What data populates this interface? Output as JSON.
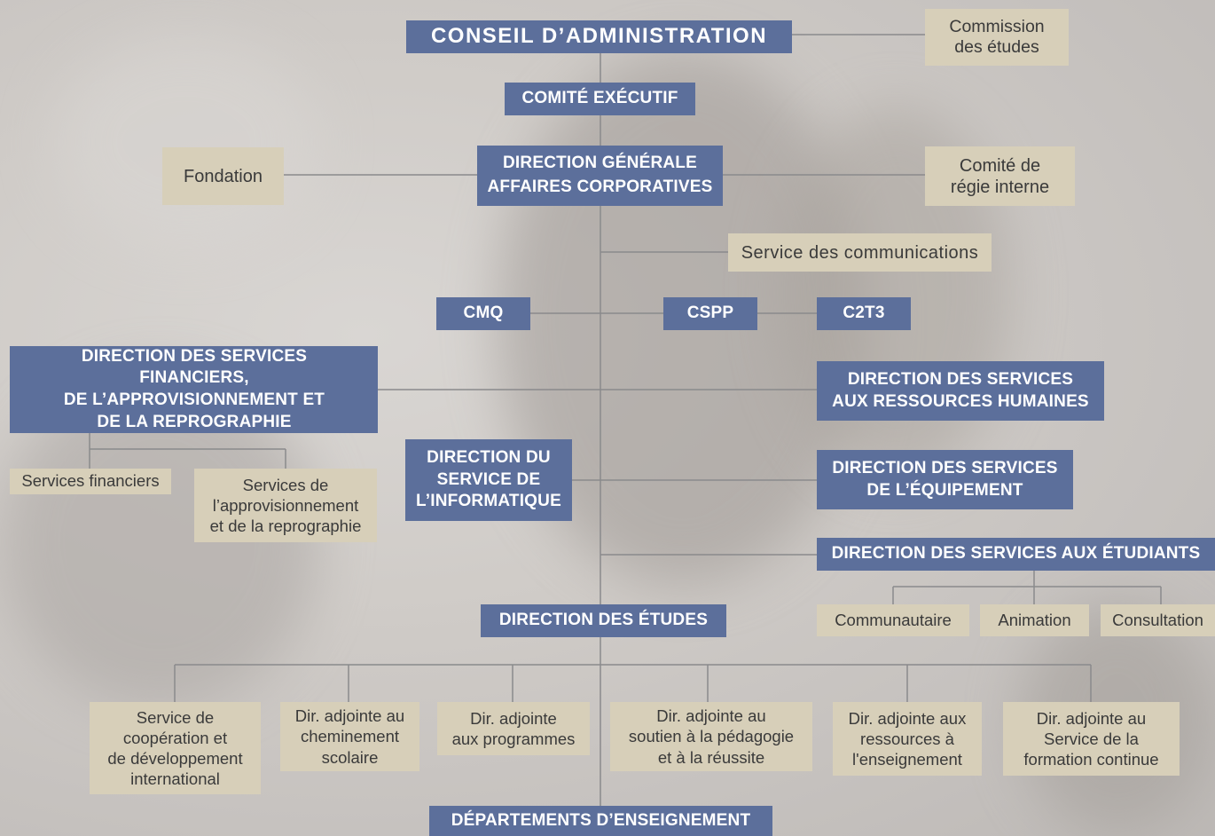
{
  "nodes": {
    "conseil": "CONSEIL D’ADMINISTRATION",
    "commission": "Commission\ndes études",
    "comite_executif": "COMITÉ EXÉCUTIF",
    "fondation": "Fondation",
    "direction_generale": "DIRECTION GÉNÉRALE\nAFFAIRES CORPORATIVES",
    "comite_regie": "Comité de\nrégie interne",
    "service_communications": "Service des communications",
    "cmq": "CMQ",
    "cspp": "CSPP",
    "c2t3": "C2T3",
    "dir_financiers": "DIRECTION DES SERVICES FINANCIERS,\nDE L’APPROVISIONNEMENT ET\nDE LA REPROGRAPHIE",
    "dir_rh": "DIRECTION DES SERVICES\nAUX RESSOURCES HUMAINES",
    "services_financiers": "Services financiers",
    "services_approvisionnement": "Services de\nl’approvisionnement\net de la reprographie",
    "dir_informatique": "DIRECTION DU\nSERVICE DE\nL’INFORMATIQUE",
    "dir_equipement": "DIRECTION DES SERVICES\nDE L’ÉQUIPEMENT",
    "dir_etudiants": "DIRECTION DES SERVICES AUX ÉTUDIANTS",
    "communautaire": "Communautaire",
    "animation": "Animation",
    "consultation": "Consultation",
    "dir_etudes": "DIRECTION DES ÉTUDES",
    "cooperation": "Service de\ncoopération et\nde développement\ninternational",
    "cheminement": "Dir. adjointe au\ncheminement\nscolaire",
    "programmes": "Dir. adjointe\naux programmes",
    "pedagogie": "Dir. adjointe au\nsoutien à la pédagogie\net à la réussite",
    "ressources_enseignement": "Dir. adjointe aux\nressources à\nl'enseignement",
    "formation_continue": "Dir. adjointe au\nService de la\nformation continue",
    "departements": "DÉPARTEMENTS D’ENSEIGNEMENT"
  },
  "colors": {
    "primary_box": "#5c6f9b",
    "secondary_box": "#d7cfb9",
    "connector": "#8a8a8c"
  }
}
